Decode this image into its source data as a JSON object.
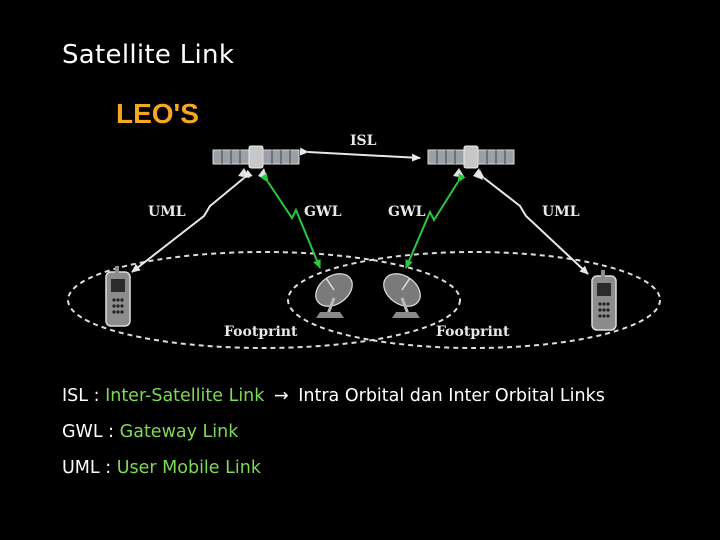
{
  "slide": {
    "title": "Satellite Link"
  },
  "diagram": {
    "heading": "LEO'S",
    "link_labels": {
      "isl": "ISL",
      "uml_left": "UML",
      "gwl_left": "GWL",
      "gwl_right": "GWL",
      "uml_right": "UML"
    },
    "footprints": [
      "Footprint",
      "Footprint"
    ],
    "colors": {
      "heading": "#f5a623",
      "gwl_arrow": "#27c93f",
      "uml_arrow": "#e8e8e8",
      "footprint_outline": "#dddddd"
    },
    "icons": [
      "satellite-icon",
      "satellite-icon",
      "mobile-phone-icon",
      "mobile-phone-icon",
      "satellite-dish-icon",
      "satellite-dish-icon"
    ]
  },
  "legend": [
    {
      "key": "ISL :",
      "definition": "Inter-Satellite Link",
      "arrow": "→",
      "extra": "Intra Orbital dan Inter Orbital Links"
    },
    {
      "key": "GWL :",
      "definition": "Gateway Link"
    },
    {
      "key": "UML :",
      "definition": "User Mobile Link"
    }
  ]
}
